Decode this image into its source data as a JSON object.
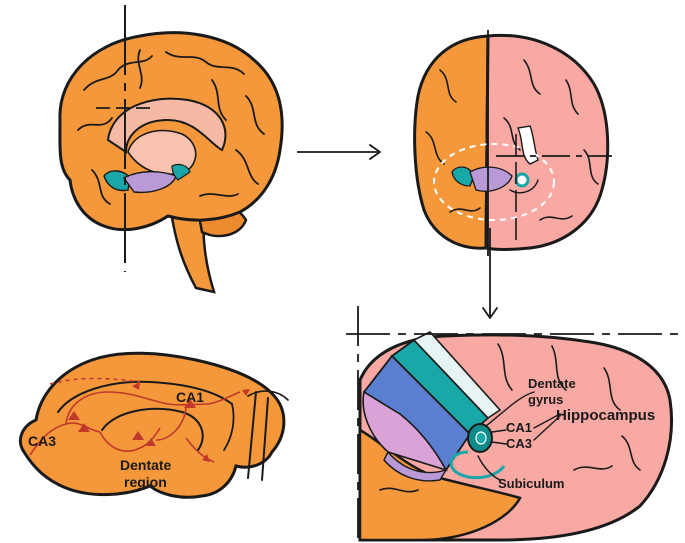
{
  "panels": {
    "hippocampus_flow": {
      "labels": {
        "ca1": "CA1",
        "ca3": "CA3",
        "dentate_line1": "Dentate",
        "dentate_line2": "region"
      }
    },
    "cross_section": {
      "labels": {
        "dentate_line1": "Dentate",
        "dentate_line2": "gyrus",
        "ca1": "CA1",
        "ca3": "CA3",
        "hippocampus": "Hippocampus",
        "subiculum": "Subiculum"
      }
    }
  },
  "colors": {
    "brain_orange": "#f4983b",
    "brain_outline": "#1a1a1a",
    "corpus_callosum": "#f5b9a4",
    "pink_tissue": "#f8a9a3",
    "purple_hippocampus": "#b99ad6",
    "teal": "#1aa7a7",
    "pathway_red": "#c0392b"
  }
}
